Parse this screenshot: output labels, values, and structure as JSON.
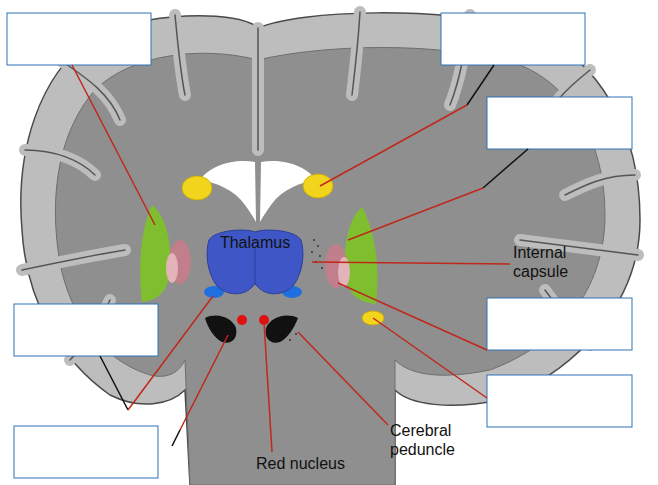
{
  "diagram": {
    "nodes": [
      {
        "text": [
          "Thalamus"
        ]
      }
    ],
    "labels": [
      "Internal capsule",
      "Red nucleus",
      "Cerebral peduncle"
    ]
  }
}
